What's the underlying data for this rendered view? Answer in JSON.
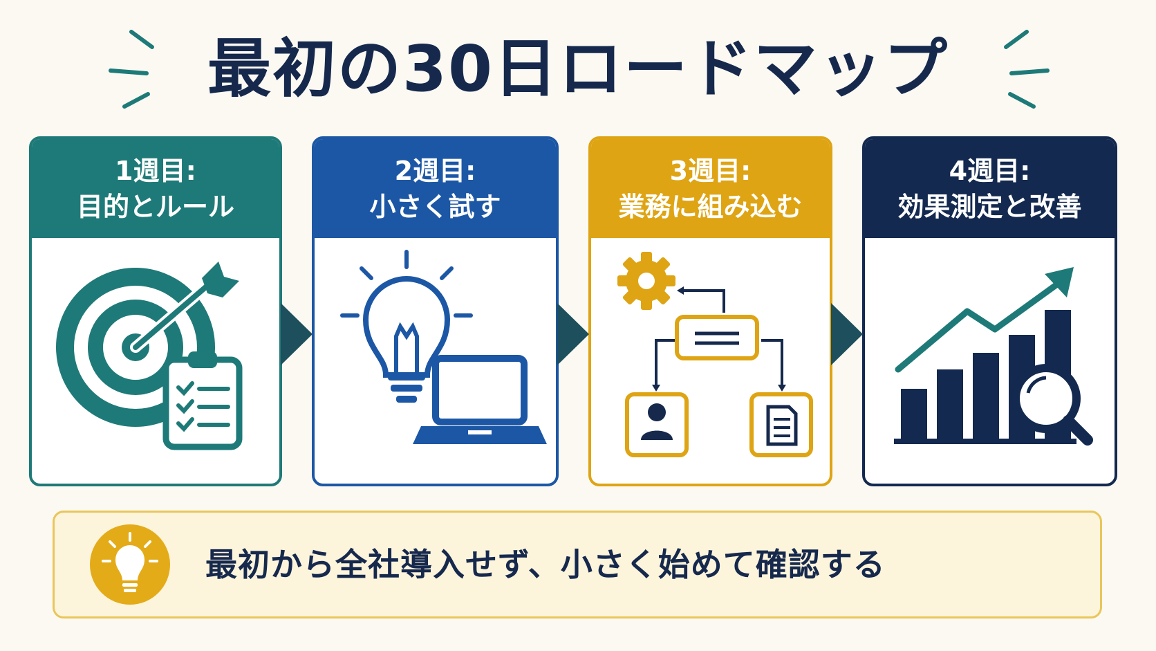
{
  "title": "最初の30日ロードマップ",
  "weeks": [
    {
      "week": "1週目:",
      "task": "目的とルール",
      "color": "#1e7a78",
      "icon": "target-checklist-icon"
    },
    {
      "week": "2週目:",
      "task": "小さく試す",
      "color": "#1c57a5",
      "icon": "lightbulb-laptop-icon"
    },
    {
      "week": "3週目:",
      "task": "業務に組み込む",
      "color": "#dea414",
      "icon": "workflow-icon"
    },
    {
      "week": "4週目:",
      "task": "効果測定と改善",
      "color": "#13294f",
      "icon": "growth-chart-icon"
    }
  ],
  "tip": {
    "text": "最初から全社導入せず、小さく始めて確認する",
    "icon": "lightbulb-icon",
    "color": "#e3ab18"
  },
  "colors": {
    "title": "#16294d",
    "arrow": "#1d4f5c",
    "burst": "#1e7a78",
    "background": "#fbf9f2"
  }
}
